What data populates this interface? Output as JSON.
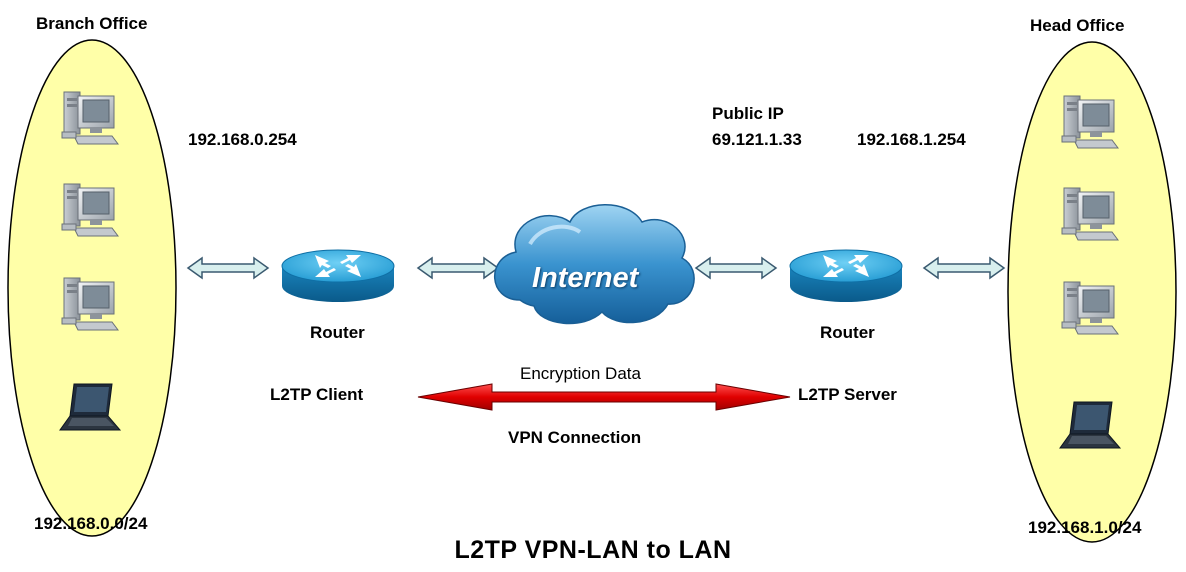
{
  "sites": {
    "branch": {
      "title": "Branch Office",
      "subnet": "192.168.0.0/24",
      "gateway_ip": "192.168.0.254"
    },
    "head": {
      "title": "Head Office",
      "subnet": "192.168.1.0/24",
      "gateway_ip": "192.168.1.254",
      "public_ip_label": "Public IP",
      "public_ip": "69.121.1.33"
    }
  },
  "routers": {
    "left_label": "Router",
    "right_label": "Router"
  },
  "internet": {
    "label": "Internet"
  },
  "tunnel": {
    "client_label": "L2TP Client",
    "server_label": "L2TP Server",
    "encryption_label": "Encryption Data",
    "connection_label": "VPN Connection"
  },
  "title": "L2TP VPN-LAN to LAN",
  "colors": {
    "ellipse_fill": "#ffffa8",
    "router_top": "#2aa7d8",
    "router_side": "#0d6fa3",
    "arrow_red": "#e00000",
    "cloud": "#2a86c8"
  }
}
